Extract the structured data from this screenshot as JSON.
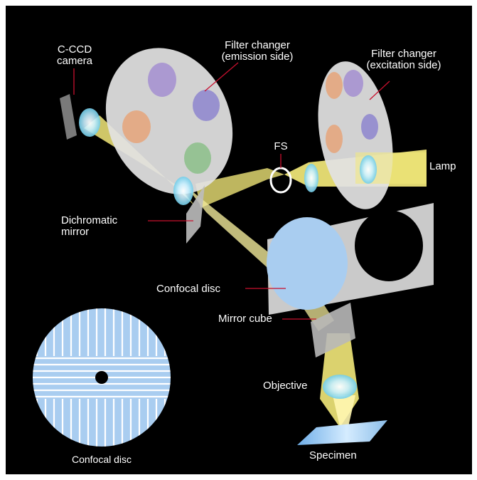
{
  "labels": {
    "camera": "C-CCD\ncamera",
    "filter_emission": "Filter changer\n(emission side)",
    "filter_excitation": "Filter changer\n(excitation side)",
    "fs": "FS",
    "lamp": "Lamp",
    "dichromatic": "Dichromatic\nmirror",
    "confocal_disc": "Confocal disc",
    "mirror_cube": "Mirror cube",
    "objective": "Objective",
    "specimen": "Specimen",
    "inset_caption": "Confocal disc"
  },
  "colors": {
    "background": "#000000",
    "leader_line": "#c8102e",
    "beam": "#f3e97a",
    "disc_blue": "#a9cdf0",
    "panel_gray": "#d9d9d9"
  }
}
